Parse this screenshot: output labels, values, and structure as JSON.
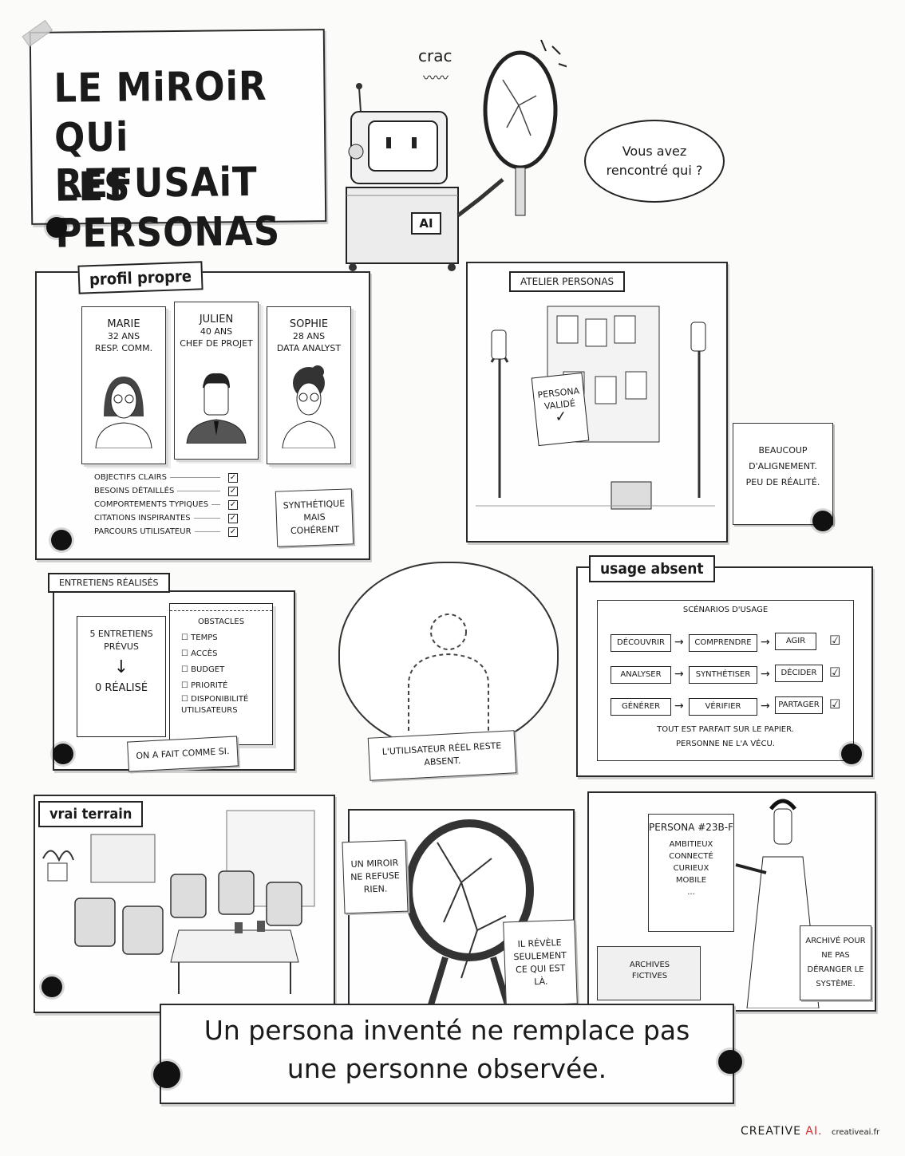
{
  "title": {
    "line1": "LE MiROiR",
    "line2": "QUi REFUSAiT",
    "line3": "LES PERSONAS"
  },
  "robot": {
    "crac": "crac",
    "badge": "AI",
    "speech": "Vous avez rencontré qui ?"
  },
  "profil": {
    "label": "profil propre",
    "cards": [
      {
        "name": "MARIE",
        "age": "32 ANS",
        "role": "RESP. COMM."
      },
      {
        "name": "JULIEN",
        "age": "40 ANS",
        "role": "CHEF DE PROJET"
      },
      {
        "name": "SOPHIE",
        "age": "28 ANS",
        "role": "DATA ANALYST"
      }
    ],
    "checklist": [
      "OBJECTIFS CLAIRS",
      "BESOINS DÉTAILLÉS",
      "COMPORTEMENTS TYPIQUES",
      "CITATIONS INSPIRANTES",
      "PARCOURS UTILISATEUR"
    ],
    "note": "SYNTHÉTIQUE MAIS COHÉRENT"
  },
  "atelier": {
    "label": "ATELIER PERSONAS",
    "sign": "PERSONA VALIDÉ",
    "note": "BEAUCOUP D'ALIGNEMENT. PEU DE RÉALITÉ."
  },
  "entretiens": {
    "label": "ENTRETIENS RÉALISÉS",
    "planned": "5 ENTRETIENS PRÉVUS",
    "done": "0 RÉALISÉ",
    "obstacles_title": "OBSTACLES",
    "obstacles": [
      "TEMPS",
      "ACCÈS",
      "BUDGET",
      "PRIORITÉ",
      "DISPONIBILITÉ UTILISATEURS"
    ],
    "note": "ON A FAIT COMME SI."
  },
  "center": {
    "note": "L'UTILISATEUR RÉEL RESTE ABSENT."
  },
  "usage": {
    "label": "usage absent",
    "title": "SCÉNARIOS D'USAGE",
    "rows": [
      [
        "DÉCOUVRIR",
        "COMPRENDRE",
        "AGIR"
      ],
      [
        "ANALYSER",
        "SYNTHÉTISER",
        "DÉCIDER"
      ],
      [
        "GÉNÉRER",
        "VÉRIFIER",
        "PARTAGER"
      ]
    ],
    "footer1": "TOUT EST PARFAIT SUR LE PAPIER.",
    "footer2": "PERSONNE NE L'A VÉCU."
  },
  "terrain": {
    "label": "vrai terrain"
  },
  "mirror": {
    "note1": "UN MIROIR NE REFUSE RIEN.",
    "note2": "IL RÉVÈLE SEULEMENT CE QUI EST LÀ."
  },
  "archive": {
    "sheet_title": "PERSONA #23B-F",
    "traits": [
      "AMBITIEUX",
      "CONNECTÉ",
      "CURIEUX",
      "MOBILE",
      "..."
    ],
    "box": "ARCHIVES FICTIVES",
    "note": "ARCHIVÉ POUR NE PAS DÉRANGER LE SYSTÈME."
  },
  "banner": {
    "line1": "Un persona inventé ne remplace pas",
    "line2": "une personne observée."
  },
  "brand": {
    "name": "CREATIVE",
    "ai": "AI.",
    "url": "creativeai.fr"
  },
  "colors": {
    "ink": "#1a1a1a",
    "paper": "#fefefe",
    "brand_red": "#d7262b"
  }
}
